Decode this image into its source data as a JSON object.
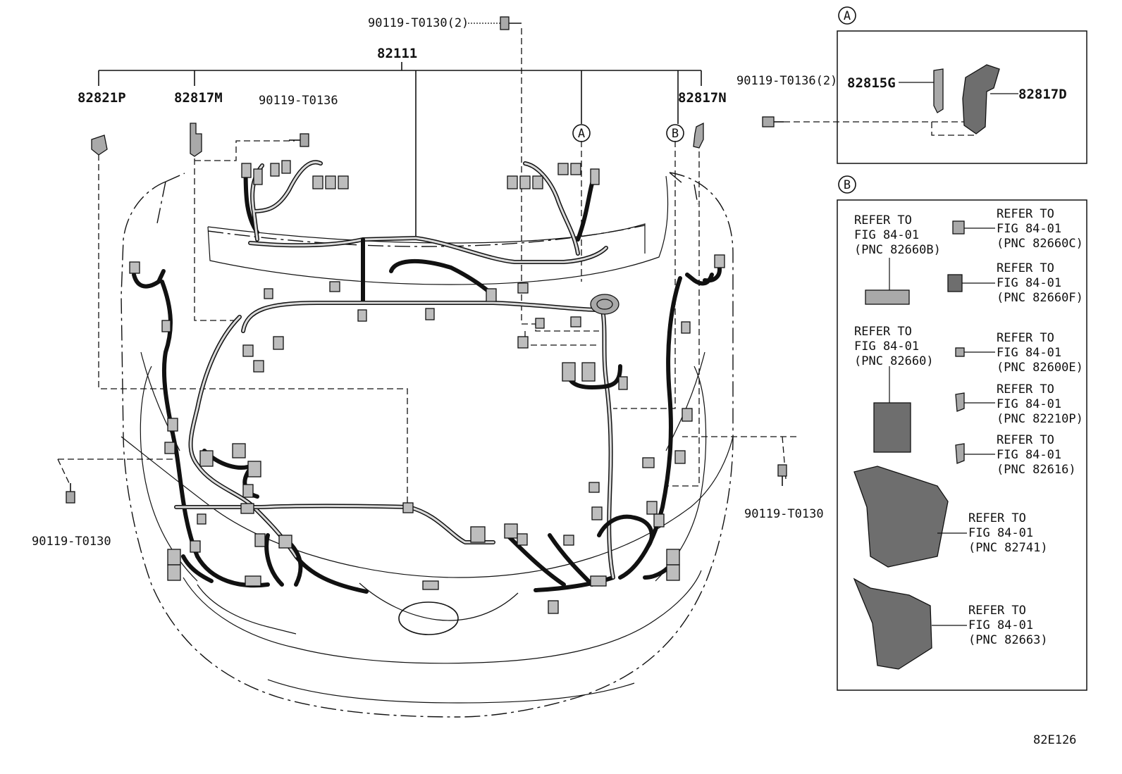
{
  "labels": {
    "main_harness": "82111",
    "clip_left": "82821P",
    "bracket_left": "82817M",
    "bracket_right": "82817N",
    "bolt_top": "90119-T0130(2)",
    "bolt_mid": "90119-T0136",
    "bolt_left": "90119-T0130",
    "bolt_right": "90119-T0130",
    "detail_a_bolt": "90119-T0136(2)",
    "detail_a_part1": "82815G",
    "detail_a_part2": "82817D",
    "figure_code": "82E126"
  },
  "callouts": {
    "a": "A",
    "b": "B"
  },
  "refer_items": [
    {
      "line1": "REFER TO",
      "line2": "FIG 84-01",
      "line3": "(PNC 82660B)"
    },
    {
      "line1": "REFER TO",
      "line2": "FIG 84-01",
      "line3": "(PNC 82660C)"
    },
    {
      "line1": "REFER TO",
      "line2": "FIG 84-01",
      "line3": "(PNC 82660F)"
    },
    {
      "line1": "REFER TO",
      "line2": "FIG 84-01",
      "line3": "(PNC 82660)"
    },
    {
      "line1": "REFER TO",
      "line2": "FIG 84-01",
      "line3": "(PNC 82600E)"
    },
    {
      "line1": "REFER TO",
      "line2": "FIG 84-01",
      "line3": "(PNC 82210P)"
    },
    {
      "line1": "REFER TO",
      "line2": "FIG 84-01",
      "line3": "(PNC 82616)"
    },
    {
      "line1": "REFER TO",
      "line2": "FIG 84-01",
      "line3": "(PNC 82741)"
    },
    {
      "line1": "REFER TO",
      "line2": "FIG 84-01",
      "line3": "(PNC 82663)"
    }
  ]
}
